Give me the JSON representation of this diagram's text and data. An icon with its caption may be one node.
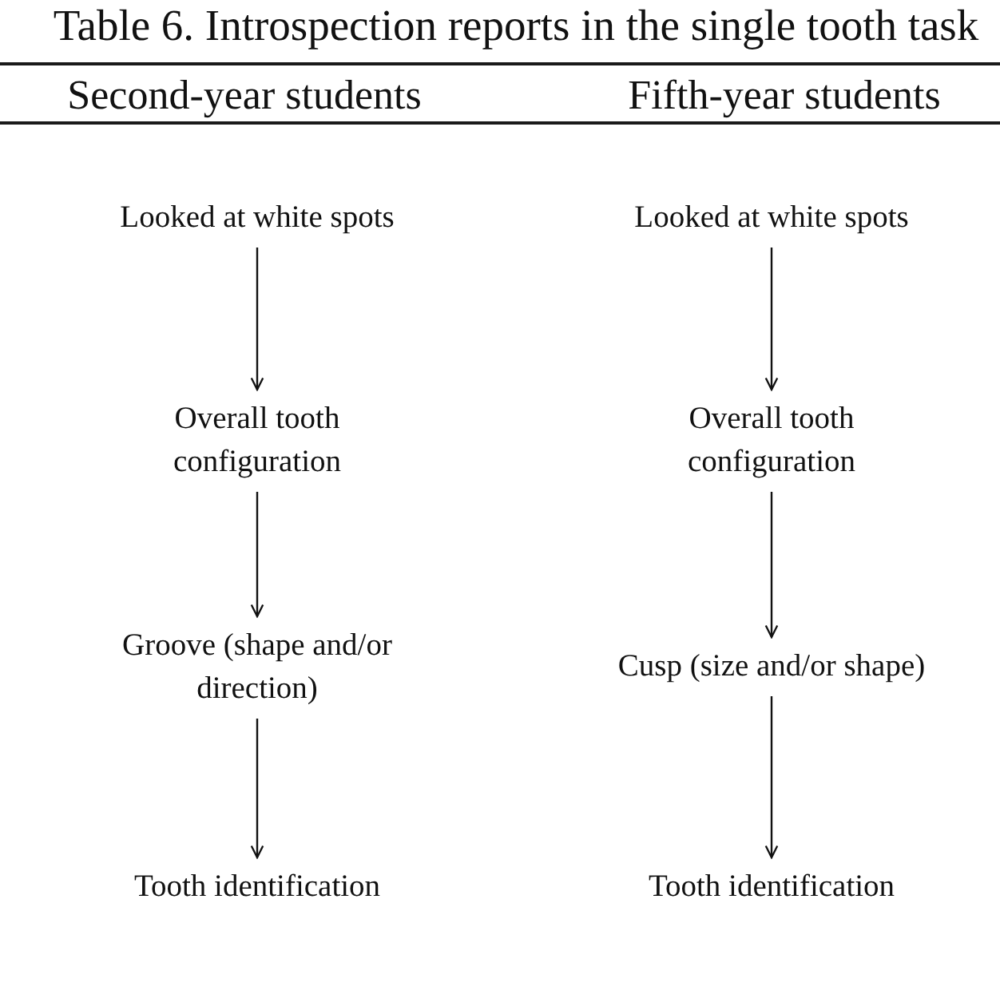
{
  "diagram": {
    "title": "Table 6. Introspection reports in the single tooth task",
    "nodes": [
      {
        "text": [
          "Looked at white spots"
        ]
      },
      {
        "text": [
          "Looked at white spots"
        ]
      },
      {
        "text": [
          "Overall tooth configuration"
        ]
      },
      {
        "text": [
          "Overall tooth configuration"
        ]
      },
      {
        "text": [
          "Groove (shape and/or direction)"
        ]
      },
      {
        "text": [
          "Cusp (size and/or shape)"
        ]
      },
      {
        "text": [
          "Tooth identification"
        ]
      },
      {
        "text": [
          "Tooth identification"
        ]
      }
    ],
    "edges": [
      {
        "from": 0,
        "to": 2,
        "arrow": "to"
      },
      {
        "from": 2,
        "to": 4,
        "arrow": "to"
      },
      {
        "from": 4,
        "to": 6,
        "arrow": "to"
      },
      {
        "from": 1,
        "to": 3,
        "arrow": "to"
      },
      {
        "from": 3,
        "to": 5,
        "arrow": "to"
      },
      {
        "from": 5,
        "to": 7,
        "arrow": "to"
      }
    ],
    "labels": [
      "Second-year students",
      "Fifth-year students"
    ]
  }
}
